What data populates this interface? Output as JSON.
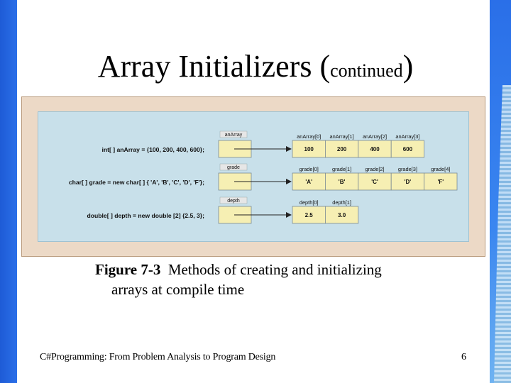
{
  "slide": {
    "title_main": "Array Initializers (",
    "title_small": "continued",
    "title_close": ")",
    "caption_label": "Figure 7-3",
    "caption_text_line1": "Methods of creating and initializing",
    "caption_text_line2": "arrays at compile time",
    "footer": "C#Programming: From Problem Analysis to Program Design",
    "page_number": "6"
  },
  "figure": {
    "rows": [
      {
        "code": "int[ ] anArray = {100, 200, 400, 600};",
        "variable": "anArray",
        "indices": [
          "anArray[0]",
          "anArray[1]",
          "anArray[2]",
          "anArray[3]"
        ],
        "values": [
          "100",
          "200",
          "400",
          "600"
        ]
      },
      {
        "code": "char[ ] grade = new char[ ] { 'A', 'B', 'C', 'D', 'F'};",
        "variable": "grade",
        "indices": [
          "grade[0]",
          "grade[1]",
          "grade[2]",
          "grade[3]",
          "grade[4]"
        ],
        "values": [
          "'A'",
          "'B'",
          "'C'",
          "'D'",
          "'F'"
        ]
      },
      {
        "code": "double[ ] depth = new double [2] {2.5, 3};",
        "variable": "depth",
        "indices": [
          "depth[0]",
          "depth[1]"
        ],
        "values": [
          "2.5",
          "3.0"
        ]
      }
    ]
  },
  "colors": {
    "cell_fill": "#f6efb3",
    "cell_border": "#7a8a94",
    "panel_fill": "#c8e0ea",
    "frame_fill": "#ecd9c6",
    "band_blue": "#1e5bd6"
  }
}
